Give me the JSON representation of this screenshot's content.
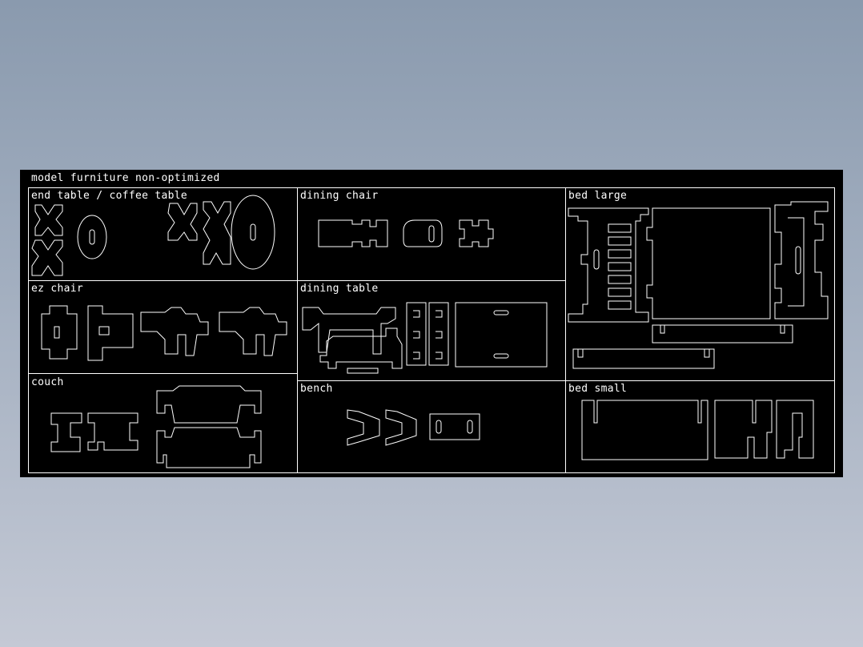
{
  "drawing": {
    "title": "model furniture non-optimized",
    "panels": {
      "end_table": "end table / coffee table",
      "dining_chair": "dining chair",
      "bed_large": "bed large",
      "ez_chair": "ez chair",
      "dining_table": "dining table",
      "couch": "couch",
      "bench": "bench",
      "bed_small": "bed small"
    }
  },
  "colors": {
    "background_top": "#8a9aae",
    "background_bottom": "#c4c9d5",
    "sheet": "#000000",
    "lines": "#ffffff"
  }
}
